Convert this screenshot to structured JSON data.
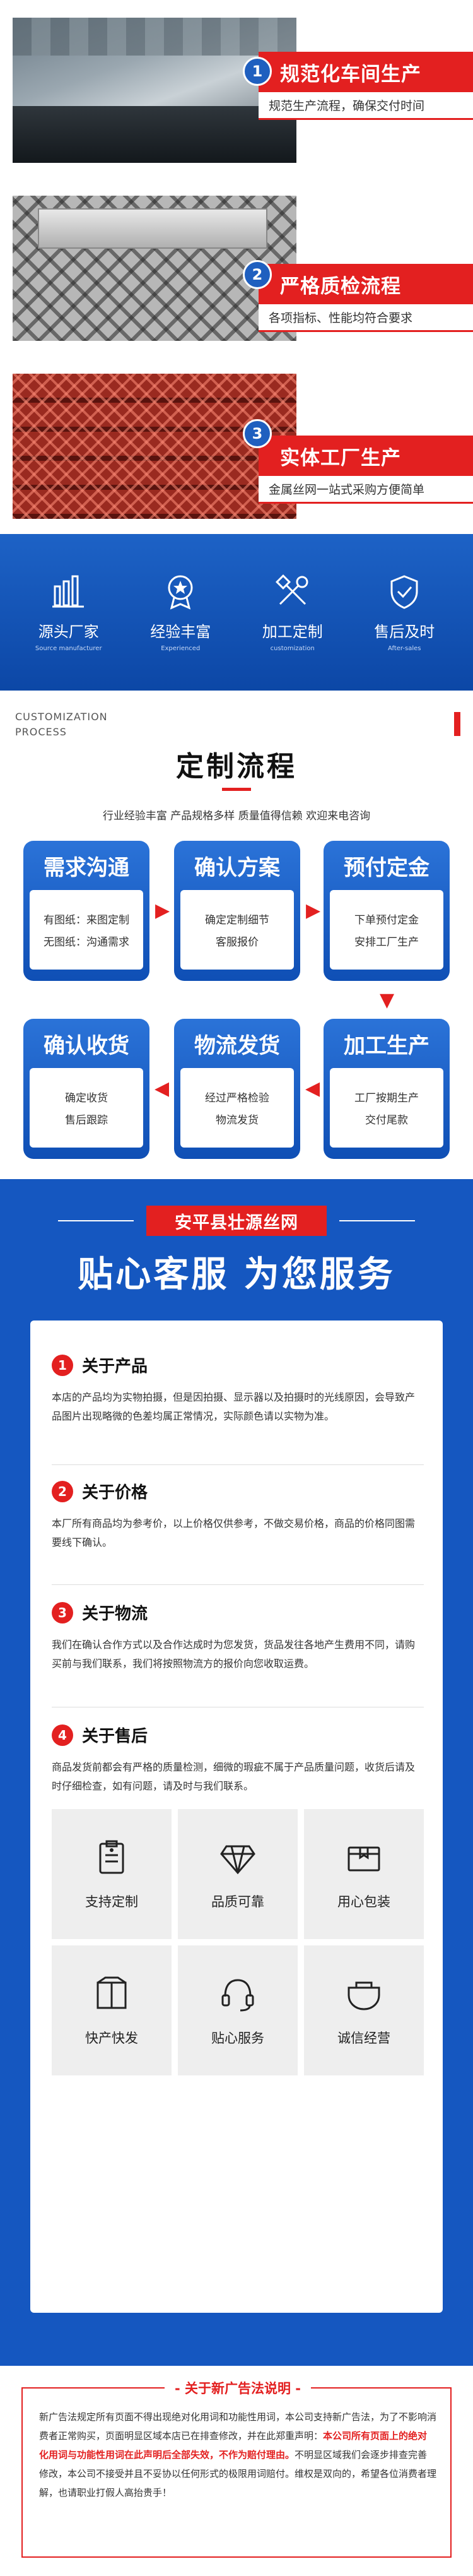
{
  "features": [
    {
      "num": "1",
      "title": "规范化车间生产",
      "subtitle": "规范生产流程，确保交付时间"
    },
    {
      "num": "2",
      "title": "严格质检流程",
      "subtitle": "各项指标、性能均符合要求"
    },
    {
      "num": "3",
      "title": "实体工厂生产",
      "subtitle": "金属丝网一站式采购方便简单"
    }
  ],
  "strip": [
    {
      "label": "源头厂家",
      "sub": "Source manufacturer",
      "icon": "factory-icon"
    },
    {
      "label": "经验丰富",
      "sub": "Experienced",
      "icon": "badge-star-icon"
    },
    {
      "label": "加工定制",
      "sub": "customization",
      "icon": "tools-icon"
    },
    {
      "label": "售后及时",
      "sub": "After-sales",
      "icon": "shield-check-icon"
    }
  ],
  "process": {
    "en_line1": "CUSTOMIZATION",
    "en_line2": "PROCESS",
    "title": "定制流程",
    "tags": "行业经验丰富  产品规格多样  质量值得信赖  欢迎来电咨询",
    "steps": [
      {
        "title": "需求沟通",
        "lines": [
          "有图纸：来图定制",
          "无图纸：沟通需求"
        ]
      },
      {
        "title": "确认方案",
        "lines": [
          "确定定制细节",
          "客服报价"
        ]
      },
      {
        "title": "预付定金",
        "lines": [
          "下单预付定金",
          "安排工厂生产"
        ]
      },
      {
        "title": "加工生产",
        "lines": [
          "工厂按期生产",
          "交付尾款"
        ]
      },
      {
        "title": "物流发货",
        "lines": [
          "经过严格检验",
          "物流发货"
        ]
      },
      {
        "title": "确认收货",
        "lines": [
          "确定收货",
          "售后跟踪"
        ]
      }
    ]
  },
  "service": {
    "banner": "安平县壮源丝网",
    "title": "贴心客服 为您服务",
    "sections": [
      {
        "num": "1",
        "title": "关于产品",
        "text": "本店的产品均为实物拍摄，但是因拍摄、显示器以及拍摄时的光线原因，会导致产品图片出现略微的色差均属正常情况，实际颜色请以实物为准。"
      },
      {
        "num": "2",
        "title": "关于价格",
        "text": "本厂所有商品均为参考价，以上价格仅供参考，不做交易价格，商品的价格同图需要线下确认。"
      },
      {
        "num": "3",
        "title": "关于物流",
        "text": "我们在确认合作方式以及合作达成时为您发货，货品发往各地产生费用不同，请购买前与我们联系，我们将按照物流方的报价向您收取运费。"
      },
      {
        "num": "4",
        "title": "关于售后",
        "text": "商品发货前都会有严格的质量检测，细微的瑕疵不属于产品质量问题，收货后请及时仔细检查，如有问题，请及时与我们联系。"
      }
    ],
    "grid": [
      {
        "label": "支持定制",
        "icon": "clipboard-icon"
      },
      {
        "label": "品质可靠",
        "icon": "diamond-icon"
      },
      {
        "label": "用心包装",
        "icon": "package-icon"
      },
      {
        "label": "快产快发",
        "icon": "box-icon"
      },
      {
        "label": "贴心服务",
        "icon": "headset-icon"
      },
      {
        "label": "诚信经营",
        "icon": "handshake-icon"
      }
    ]
  },
  "notice": {
    "title": "- 关于新广告法说明 -",
    "text_before": "新广告法规定所有页面不得出现绝对化用词和功能性用词，本公司支持新广告法，为了不影响消费者正常购买，页面明显区域本店已在排查修改，并在此郑重声明：",
    "text_highlight": "本公司所有页面上的绝对化用词与功能性用词在此声明后全部失效，不作为赔付理由。",
    "text_after": "不明显区域我们会逐步排查完善修改，本公司不接受并且不妥协以任何形式的极限用词赔付。维权是双向的，希望各位消费者理解，也请职业打假人高抬贵手！"
  }
}
